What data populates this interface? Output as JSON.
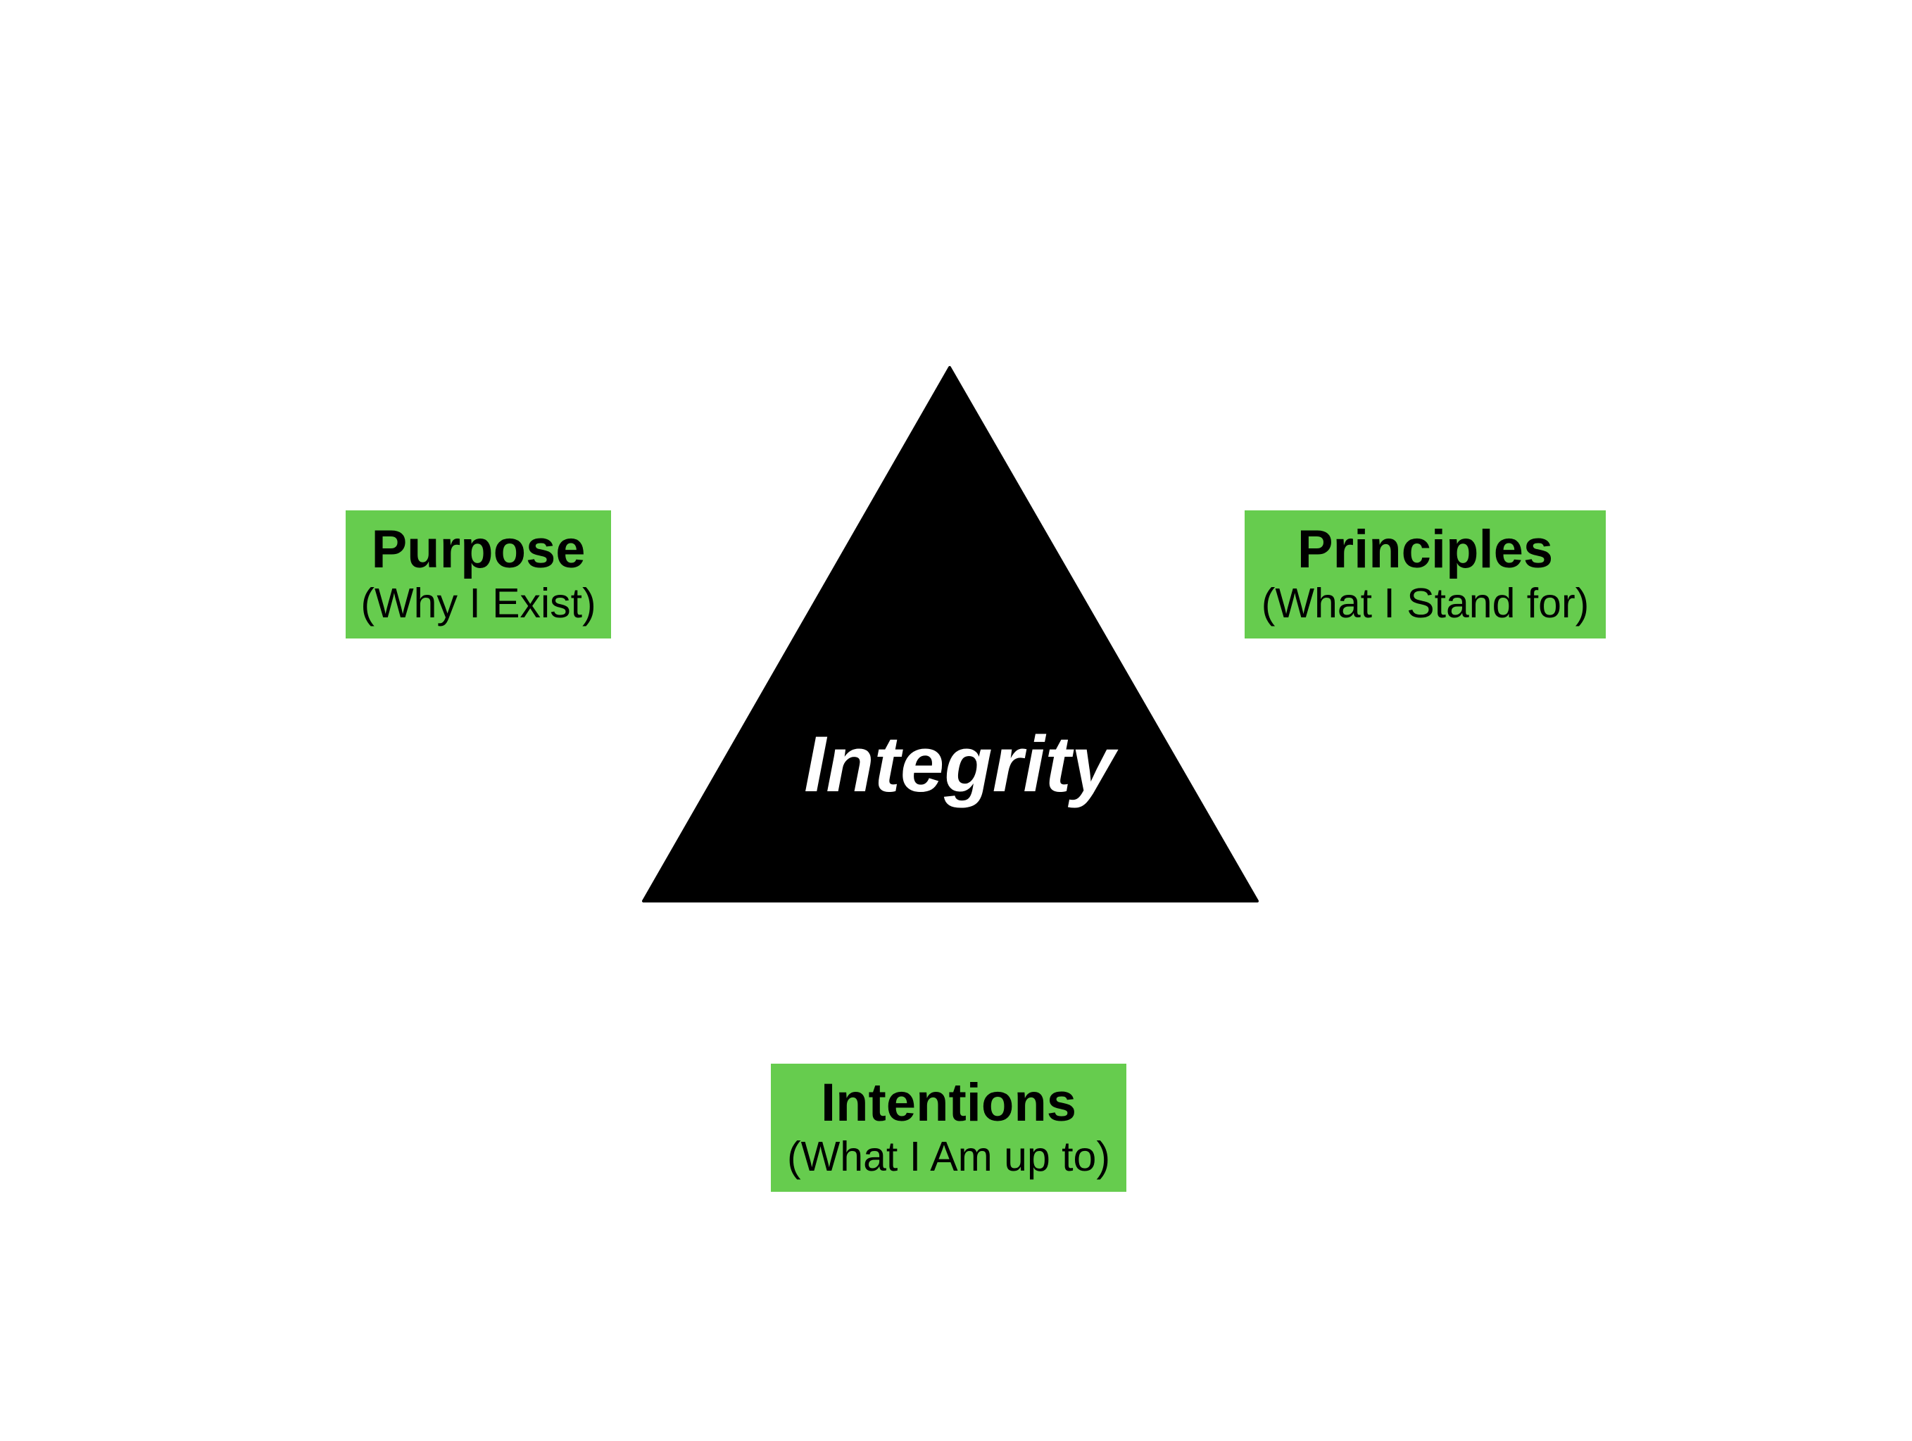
{
  "diagram": {
    "center_label": "Integrity",
    "colors": {
      "background": "#ffffff",
      "triangle_fill": "#000000",
      "box_fill": "#66cc4e",
      "center_text": "#ffffff",
      "box_text": "#000000"
    },
    "nodes": [
      {
        "title": "Purpose",
        "subtitle": "(Why I Exist)"
      },
      {
        "title": "Principles",
        "subtitle": "(What I Stand for)"
      },
      {
        "title": "Intentions",
        "subtitle": "(What I Am up to)"
      }
    ]
  }
}
